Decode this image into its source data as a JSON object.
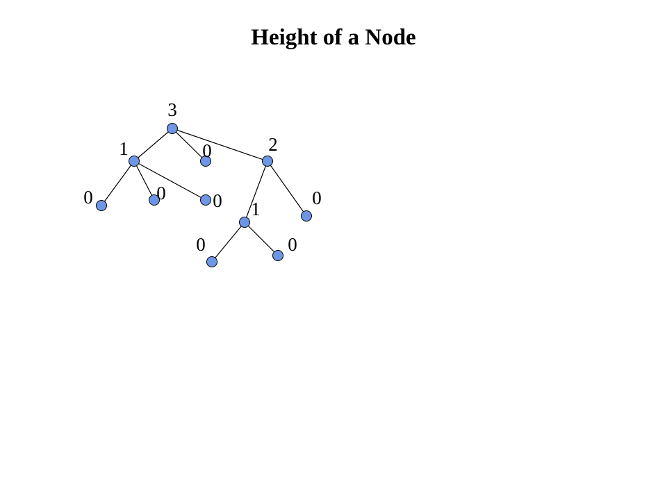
{
  "title": "Height of a Node",
  "colors": {
    "node_fill": "#6e96e6",
    "node_stroke": "#000000",
    "edge": "#000000"
  },
  "tree": {
    "nodes": [
      {
        "id": "root",
        "height": "3"
      },
      {
        "id": "a",
        "height": "1"
      },
      {
        "id": "b",
        "height": "0"
      },
      {
        "id": "c",
        "height": "2"
      },
      {
        "id": "a1",
        "height": "0"
      },
      {
        "id": "a2",
        "height": "0"
      },
      {
        "id": "a3",
        "height": "0"
      },
      {
        "id": "c1",
        "height": "1"
      },
      {
        "id": "c2",
        "height": "0"
      },
      {
        "id": "c1a",
        "height": "0"
      },
      {
        "id": "c1b",
        "height": "0"
      }
    ],
    "edges": [
      [
        "root",
        "a"
      ],
      [
        "root",
        "b"
      ],
      [
        "root",
        "c"
      ],
      [
        "a",
        "a1"
      ],
      [
        "a",
        "a2"
      ],
      [
        "a",
        "a3"
      ],
      [
        "c",
        "c1"
      ],
      [
        "c",
        "c2"
      ],
      [
        "c1",
        "c1a"
      ],
      [
        "c1",
        "c1b"
      ]
    ]
  }
}
